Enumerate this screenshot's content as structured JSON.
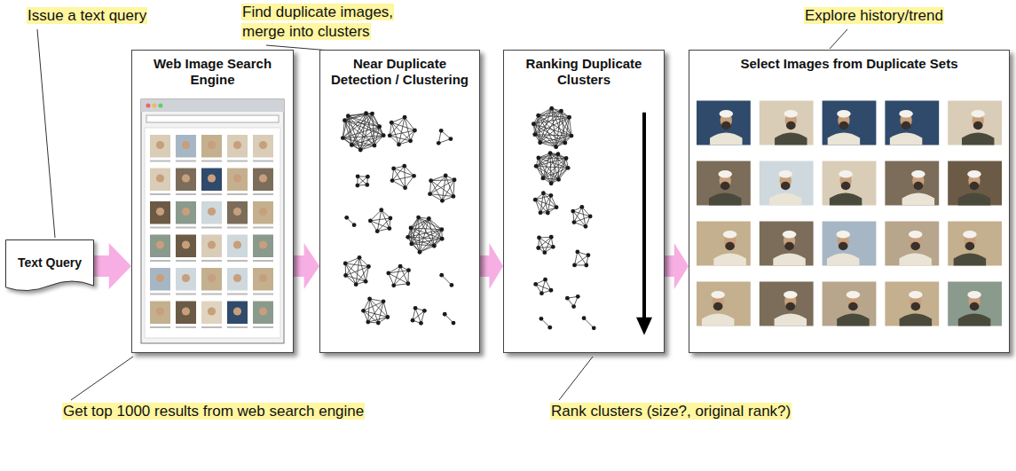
{
  "diagram": {
    "nodes": [
      {
        "text": [
          "Text Query"
        ]
      },
      {
        "text": [
          "Web Image Search Engine"
        ]
      },
      {
        "text": [
          "Near Duplicate Detection / Clustering"
        ]
      },
      {
        "text": [
          "Ranking Duplicate Clusters"
        ]
      },
      {
        "text": [
          "Select Images from Duplicate Sets"
        ]
      }
    ],
    "edges": [
      {
        "from": 0,
        "to": 1,
        "arrow": "to"
      },
      {
        "from": 1,
        "to": 2,
        "arrow": "to"
      },
      {
        "from": 2,
        "to": 3,
        "arrow": "to"
      },
      {
        "from": 3,
        "to": 4,
        "arrow": "to"
      }
    ],
    "labels": [
      "Issue a text query",
      "Find duplicate images, merge into clusters",
      "Explore history/trend",
      "Get top 1000 results from web search engine",
      "Rank clusters (size?, original rank?)"
    ]
  }
}
